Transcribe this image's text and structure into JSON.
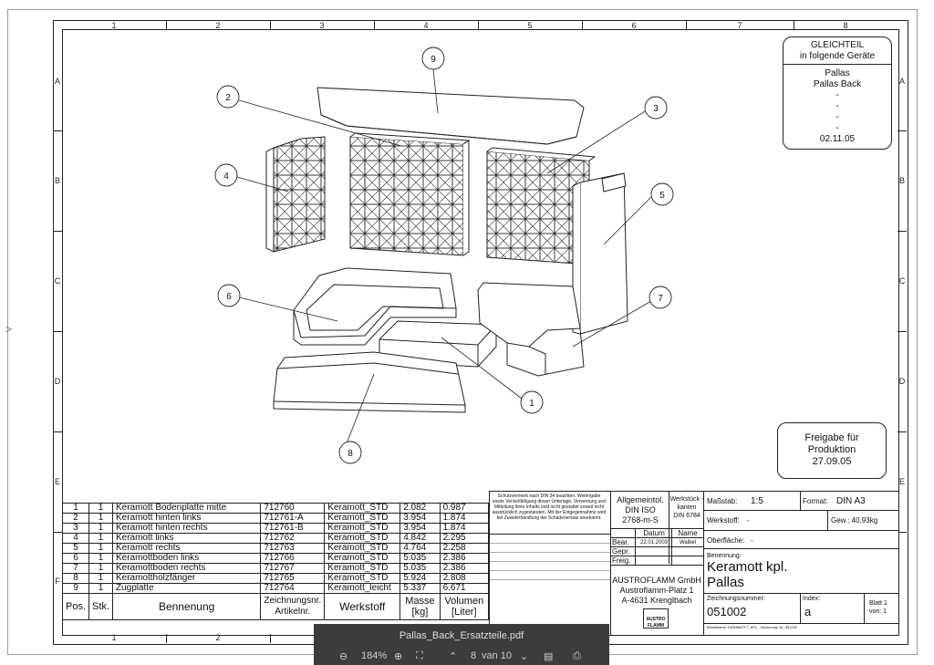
{
  "columns": [
    "1",
    "2",
    "3",
    "4",
    "5",
    "6",
    "7",
    "8"
  ],
  "rows": [
    "A",
    "B",
    "C",
    "D",
    "E",
    "F"
  ],
  "callouts": [
    "1",
    "2",
    "3",
    "4",
    "5",
    "6",
    "7",
    "8",
    "9"
  ],
  "gleichteil": {
    "title": "GLEICHTEIL",
    "subtitle": "in folgende Geräte",
    "lines": [
      "Pallas",
      "Pallas Back",
      "-",
      "-",
      "-",
      "-"
    ],
    "date": "02.11.05"
  },
  "freigabe": {
    "line1": "Freigabe für",
    "line2": "Produktion",
    "date": "27.09.05"
  },
  "parts_table": {
    "rows": [
      [
        "1",
        "1",
        "Keramott Bodenplatte mitte",
        "712760",
        "Keramott_STD",
        "2.082",
        "0.987"
      ],
      [
        "2",
        "1",
        "Keramott hinten links",
        "712761-A",
        "Keramott_STD",
        "3.954",
        "1.874"
      ],
      [
        "3",
        "1",
        "Keramott hinten rechts",
        "712761-B",
        "Keramott_STD",
        "3.954",
        "1.874"
      ],
      [
        "4",
        "1",
        "Keramott links",
        "712762",
        "Keramott_STD",
        "4.842",
        "2.295"
      ],
      [
        "5",
        "1",
        "Keramott rechts",
        "712763",
        "Keramott_STD",
        "4.764",
        "2.258"
      ],
      [
        "6",
        "1",
        "Keramottboden links",
        "712766",
        "Keramott_STD",
        "5.035",
        "2.386"
      ],
      [
        "7",
        "1",
        "Keramottboden rechts",
        "712767",
        "Keramott_STD",
        "5.035",
        "2.386"
      ],
      [
        "8",
        "1",
        "Keramottholzfänger",
        "712765",
        "Keramott_STD",
        "5.924",
        "2.808"
      ],
      [
        "9",
        "1",
        "Zugplatte",
        "712764",
        "Keramott_leicht",
        "5.337",
        "6.671"
      ]
    ],
    "header": {
      "pos": "Pos.",
      "stk": "Stk.",
      "bennenung": "Bennenung",
      "zeichnung": "Zeichnungsnr. Artikelnr.",
      "werkstoff": "Werkstoff",
      "masse": "Masse [kg]",
      "volumen": "Volumen [Liter]"
    }
  },
  "title_block": {
    "schutz": "Schutzvermerk nach DIN 34 beachten. Weitergabe sowie Vervielfältigung dieser Unterlage, Verwertung und Mitteilung ihres Inhalts sind nicht gestattet soweit nicht ausdrücklich zugestanden. Mit der Entgegennahme wird bei Zuwiderhandlung der Schadenersatz anerkannt.",
    "allgemein": "Allgemeintol.",
    "din_iso": "DIN ISO",
    "iso_num": "2768-m-S",
    "werkstueck": "Werkstück -kanten",
    "din6784": "DIN 6784",
    "datum_label": "Datum",
    "name_label": "Name",
    "bear_label": "Bear.",
    "bear_date": "22.01.2003",
    "bear_name": "Waibel",
    "gepr_label": "Gepr.",
    "freig_label": "Freig.",
    "company": "AUSTROFLAMM GmbH",
    "street": "Austroflamm-Platz 1",
    "city": "A-4631 Krenglbach",
    "logo": "AUSTRO FLAMM",
    "massstab_label": "Maßstab:",
    "massstab": "1:5",
    "format_label": "Format:",
    "format": "DIN A3",
    "werkstoff_label": "Werkstoff:",
    "werkstoff": "-",
    "gew": "Gew.: 40.93kg",
    "oberflaeche_label": "Oberfläche:",
    "oberflaeche": "-",
    "benennung_label": "Benennung:",
    "benennung1": "Keramott kpl.",
    "benennung2": "Pallas",
    "zeichnungsnr_label": "Zeichnungsnummer:",
    "zeichnungsnr": "051002",
    "index_label": "Index:",
    "index": "a",
    "blatt": "Blatt 1",
    "von": "von: 1",
    "modell": "Modelname: KERAMOTT_KPL_ Zeichnung: Nr_051002"
  },
  "viewer": {
    "filename": "Pallas_Back_Ersatzteile.pdf",
    "zoom": "184%",
    "page": "8",
    "page_of": "van 10"
  }
}
